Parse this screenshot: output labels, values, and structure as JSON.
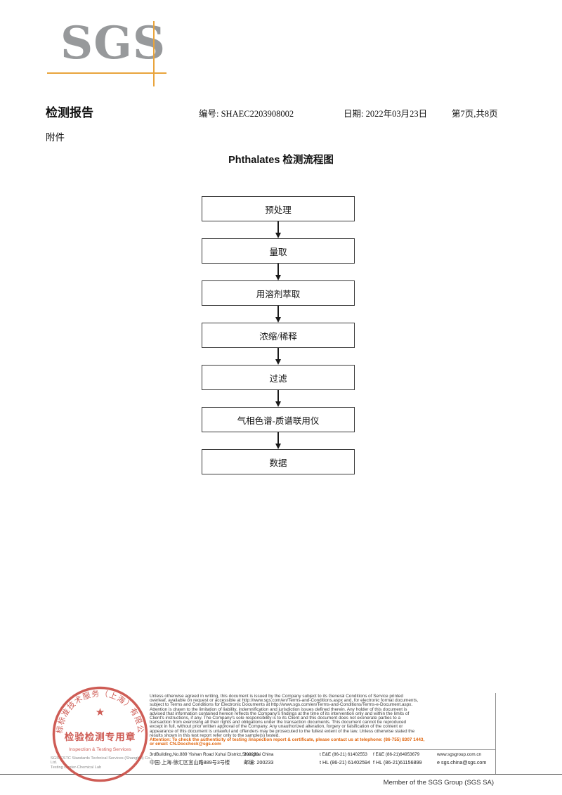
{
  "logo": {
    "text": "SGS"
  },
  "header": {
    "report_title": "检测报告",
    "report_no": "编号: SHAEC2203908002",
    "date": "日期: 2022年03月23日",
    "page_info": "第7页,共8页",
    "attachment": "附件"
  },
  "flow": {
    "title": "Phthalates 检测流程图",
    "steps": [
      "预处理",
      "量取",
      "用溶剂萃取",
      "浓缩/稀释",
      "过滤",
      "气相色谱-质谱联用仪",
      "数据"
    ]
  },
  "stamp": {
    "ring_text": "通标标准技术服务（上海）有限公司",
    "star": "★",
    "title": "检验检测专用章",
    "subtitle": "Inspection & Testing Services"
  },
  "company": {
    "line1": "SGS-CSTC Standards Technical Services (Shanghai) Co., Ltd.",
    "line2": "Testing Center-Chemical Lab"
  },
  "footer": {
    "disclaimer_lines": [
      "Unless otherwise agreed in writing, this document is issued by the Company subject to its General Conditions of Service printed",
      "overleaf, available on request or accessible at http://www.sgs.com/en/Terms-and-Conditions.aspx and, for electronic format documents,",
      "subject to Terms and Conditions for Electronic Documents at http://www.sgs.com/en/Terms-and-Conditions/Terms-e-Document.aspx.",
      "Attention is drawn to the limitation of liability, indemnification and jurisdiction issues defined therein. Any holder of this document is",
      "advised that information contained hereon reflects the Company's findings at the time of its intervention only and within the limits of",
      "Client's instructions, if any. The Company's sole responsibility is to its Client and this document does not exonerate parties to a",
      "transaction from exercising all their rights and obligations under the transaction documents. This document cannot be reproduced",
      "except in full, without prior written approval of the Company. Any unauthorized alteration, forgery or falsification of the content or",
      "appearance of this document is unlawful and offenders may be prosecuted to the fullest extent of the law. Unless otherwise stated the",
      "results shown in this test report refer only to the sample(s) tested."
    ],
    "attention_lines": [
      "Attention: To check the authenticity of testing /inspection report & certificate, please contact us at telephone: (86-755) 8307 1443,",
      "or email: CN.Doccheck@sgs.com"
    ],
    "address_en": {
      "street": "3rdBuilding,No.889 Yishan Road Xuhui District,Shanghai China",
      "postcode": "200233",
      "tel": "t E&E (86-21) 61402553",
      "fax": "f E&E (86-21)64953679",
      "web": "www.sgsgroup.com.cn"
    },
    "address_cn": {
      "street": "中国·上海·徐汇区宜山路889号3号楼",
      "postcode": "邮编: 200233",
      "tel": "t HL (86-21) 61402594",
      "fax": "f HL (86-21)61156899",
      "email": "e sgs.china@sgs.com"
    },
    "member": "Member of the SGS Group (SGS SA)"
  }
}
